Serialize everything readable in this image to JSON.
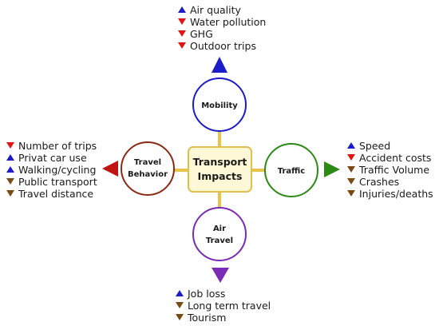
{
  "center": {
    "line1": "Transport",
    "line2": "Impacts"
  },
  "nodes": {
    "mobility": {
      "label": "Mobility",
      "color": "#1c1cc8"
    },
    "travel_behavior": {
      "line1": "Travel",
      "line2": "Behavior",
      "color": "#8a2a14"
    },
    "traffic": {
      "label": "Traffic",
      "color": "#2a8a14"
    },
    "air_travel": {
      "line1": "Air",
      "line2": "Travel",
      "color": "#7b2bb5"
    }
  },
  "arrows": {
    "mobility": "up",
    "travel_behavior": "left",
    "traffic": "right",
    "air_travel": "down"
  },
  "colors": {
    "center_fill": "#fff8d6",
    "center_border": "#e0c050",
    "connector": "#e9c34a",
    "up_marker": "#1c1cc8",
    "down_red": "#e31414",
    "down_brown": "#7a4a14"
  },
  "lists": {
    "mobility": [
      {
        "text": "Air quality",
        "marker": "up-blue"
      },
      {
        "text": "Water pollution",
        "marker": "down-red"
      },
      {
        "text": "GHG",
        "marker": "down-red"
      },
      {
        "text": "Outdoor trips",
        "marker": "down-red"
      }
    ],
    "travel_behavior": [
      {
        "text": "Number of trips",
        "marker": "down-red"
      },
      {
        "text": "Privat car use",
        "marker": "up-blue"
      },
      {
        "text": "Walking/cycling",
        "marker": "up-blue"
      },
      {
        "text": "Public transport",
        "marker": "down-brown"
      },
      {
        "text": "Travel distance",
        "marker": "down-brown"
      }
    ],
    "traffic": [
      {
        "text": "Speed",
        "marker": "up-blue"
      },
      {
        "text": "Accident costs",
        "marker": "down-red"
      },
      {
        "text": "Traffic Volume",
        "marker": "down-brown"
      },
      {
        "text": "Crashes",
        "marker": "down-brown"
      },
      {
        "text": "Injuries/deaths",
        "marker": "down-brown"
      }
    ],
    "air_travel": [
      {
        "text": "Job loss",
        "marker": "up-blue"
      },
      {
        "text": "Long term travel",
        "marker": "down-brown"
      },
      {
        "text": "Tourism",
        "marker": "down-brown"
      }
    ]
  }
}
